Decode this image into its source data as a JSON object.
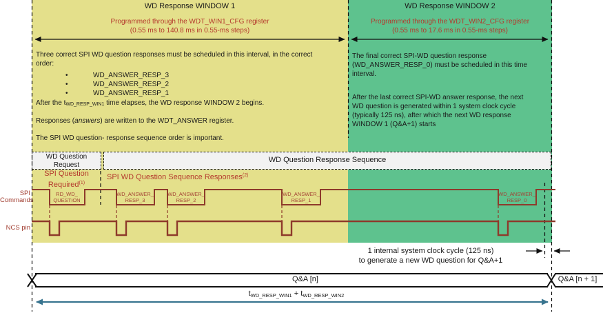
{
  "window1": {
    "title": "WD Response WINDOW 1",
    "reg_line1": "Programmed through the WDT_WIN1_CFG register",
    "reg_line2": "(0.55 ms to 140.8 ms in 0.55-ms steps)",
    "para1_lines": [
      "Three correct SPI WD question responses must be scheduled in this interval, in the correct",
      "order:"
    ],
    "bullets": [
      "WD_ANSWER_RESP_3",
      "WD_ANSWER_RESP_2",
      "WD_ANSWER_RESP_1"
    ],
    "after_pre": "After the t",
    "after_sub": "WD_RESP_WIN1",
    "after_post": " time elapses, the WD response WINDOW 2 begins.",
    "responses_pre": "Responses (",
    "responses_italic": "answers",
    "responses_post": ") are written to the WDT_ANSWER register.",
    "order_note": "The SPI WD question- response sequence order is important."
  },
  "window2": {
    "title": "WD Response WINDOW 2",
    "reg_line1": "Programmed through the WDT_WIN2_CFG register",
    "reg_line2": "(0.55 ms to 17.6 ms in 0.55-ms steps)",
    "para1_lines": [
      "The final correct SPI-WD question response",
      "(WD_ANSWER_RESP_0) must be scheduled in this time",
      "interval."
    ],
    "para2_lines": [
      "After the last correct SPI-WD answer response, the next",
      "WD question is generated within 1 system clock cycle",
      "(typically 125 ns), after which the next WD response",
      "WINDOW 1 (Q&A+1) starts"
    ]
  },
  "sequence_bar": {
    "request_line1": "WD Question",
    "request_line2": "Request",
    "response_label": "WD Question Response Sequence"
  },
  "spi_section": {
    "q_required_line1": "SPI Question",
    "q_required_line2": "Required",
    "q_required_sup": "(1)",
    "seq_responses": "SPI WD Question Sequence Responses",
    "seq_responses_sup": "(2)"
  },
  "signals": {
    "spi_label_line1": "SPI",
    "spi_label_line2": "Commands",
    "ncs_label": "NCS pin",
    "commands": [
      {
        "l1": "RD_WD_",
        "l2": "QUESTION"
      },
      {
        "l1": "WD_ANSWER_",
        "l2": "RESP_3"
      },
      {
        "l1": "WD_ANSWER_",
        "l2": "RESP_2"
      },
      {
        "l1": "WD_ANSWER_",
        "l2": "RESP_1"
      },
      {
        "l1": "WD_ANSWER_",
        "l2": "RESP_0"
      }
    ]
  },
  "bottom": {
    "clock_line1": "1 internal system clock cycle (125 ns)",
    "clock_line2": "to generate a new WD question for Q&A+1",
    "qa_n": "Q&A [n]",
    "qa_n1": "Q&A [n + 1]",
    "t_pre": "t",
    "t_sub1": "WD_RESP_WIN1",
    "t_mid": " + t",
    "t_sub2": "WD_RESP_WIN2"
  },
  "colors": {
    "window1_fill": "#e4e08b",
    "window2_fill": "#5ec28e",
    "waveform": "#8e3a2b",
    "red_text": "#b4392d",
    "teal_arrow": "#38748f",
    "gray_bar": "#f2f2f2"
  }
}
